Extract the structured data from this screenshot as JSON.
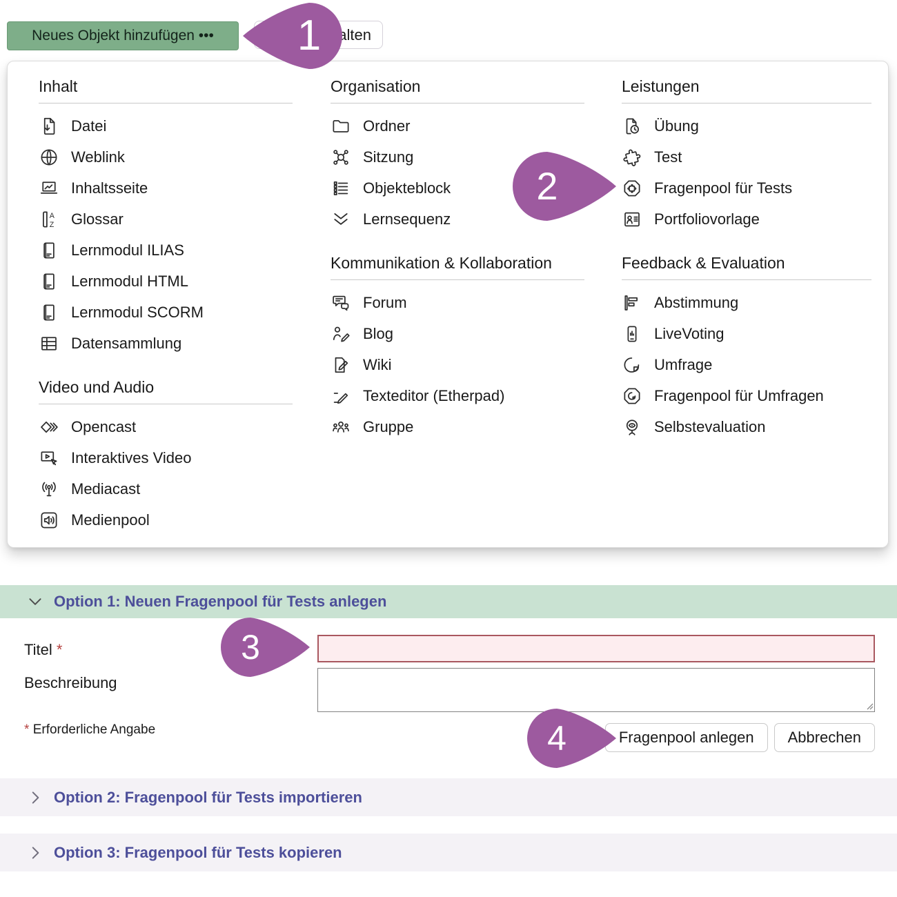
{
  "toolbar": {
    "add_button": "Neues Objekt hinzufügen •••",
    "partial_button": "alten"
  },
  "menu": {
    "columns": [
      {
        "groups": [
          {
            "title": "Inhalt",
            "items": [
              {
                "icon": "file-download-icon",
                "label": "Datei"
              },
              {
                "icon": "globe-icon",
                "label": "Weblink"
              },
              {
                "icon": "laptop-icon",
                "label": "Inhaltsseite"
              },
              {
                "icon": "glossary-icon",
                "label": "Glossar"
              },
              {
                "icon": "book-icon",
                "label": "Lernmodul ILIAS"
              },
              {
                "icon": "book-icon",
                "label": "Lernmodul HTML"
              },
              {
                "icon": "book-icon",
                "label": "Lernmodul SCORM"
              },
              {
                "icon": "table-icon",
                "label": "Datensammlung"
              }
            ]
          },
          {
            "title": "Video und Audio",
            "items": [
              {
                "icon": "opencast-icon",
                "label": "Opencast"
              },
              {
                "icon": "interactive-video-icon",
                "label": "Interaktives Video"
              },
              {
                "icon": "broadcast-icon",
                "label": "Mediacast"
              },
              {
                "icon": "speaker-icon",
                "label": "Medienpool"
              }
            ]
          }
        ]
      },
      {
        "groups": [
          {
            "title": "Organisation",
            "items": [
              {
                "icon": "folder-icon",
                "label": "Ordner"
              },
              {
                "icon": "network-icon",
                "label": "Sitzung"
              },
              {
                "icon": "list-blocks-icon",
                "label": "Objekteblock"
              },
              {
                "icon": "chevrons-down-icon",
                "label": "Lernsequenz"
              }
            ]
          },
          {
            "title": "Kommunikation & Kollabo­ration",
            "items": [
              {
                "icon": "chat-bubbles-icon",
                "label": "Forum"
              },
              {
                "icon": "person-pen-icon",
                "label": "Blog"
              },
              {
                "icon": "page-pen-icon",
                "label": "Wiki"
              },
              {
                "icon": "pen-line-icon",
                "label": "Texteditor (Etherpad)"
              },
              {
                "icon": "people-icon",
                "label": "Gruppe"
              }
            ]
          }
        ]
      },
      {
        "groups": [
          {
            "title": "Leistungen",
            "items": [
              {
                "icon": "page-clock-icon",
                "label": "Übung"
              },
              {
                "icon": "puzzle-icon",
                "label": "Test"
              },
              {
                "icon": "puzzle-octagon-icon",
                "label": "Fragenpool für Tests"
              },
              {
                "icon": "id-card-icon",
                "label": "Portfoliovorlage"
              }
            ]
          },
          {
            "title": "Feedback & Evaluation",
            "items": [
              {
                "icon": "bars-icon",
                "label": "Abstimmung"
              },
              {
                "icon": "phone-chart-icon",
                "label": "LiveVoting"
              },
              {
                "icon": "pie-icon",
                "label": "Umfrage"
              },
              {
                "icon": "pie-octagon-icon",
                "label": "Fragenpool für Umfragen"
              },
              {
                "icon": "eye-mirror-icon",
                "label": "Selbstevaluation"
              }
            ]
          }
        ]
      }
    ]
  },
  "callouts": {
    "c1": "1",
    "c2": "2",
    "c3": "3",
    "c4": "4"
  },
  "option1": {
    "title": "Option 1: Neuen Fragenpool für Tests anlegen"
  },
  "option2": {
    "title": "Option 2: Fragenpool für Tests importieren"
  },
  "option3": {
    "title": "Option 3: Fragenpool für Tests kopieren"
  },
  "form": {
    "title_label": "Titel",
    "required_mark": "*",
    "title_value": "",
    "description_label": "Beschreibung",
    "description_value": "",
    "required_note": "Erforderliche Angabe",
    "submit_label": "Fragenpool anlegen",
    "cancel_label": "Abbrechen"
  },
  "colors": {
    "primary_button_green": "#7eae89",
    "accordion_open_green": "#c9e2d2",
    "accordion_closed_gray": "#f4f2f6",
    "accordion_title_indigo": "#4d4f9a",
    "callout_purple": "#9d5a9f",
    "error_border_red": "#a9575f",
    "error_fill_pink": "#fdedef",
    "required_red": "#b5413f"
  }
}
